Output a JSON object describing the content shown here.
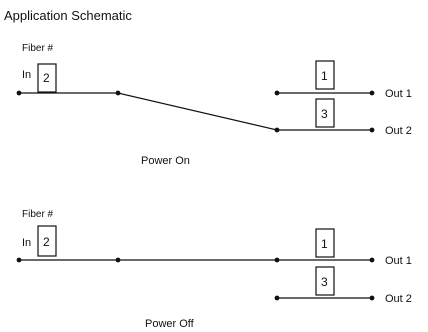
{
  "title": "Application Schematic",
  "power_on": {
    "fiber_label": "Fiber #",
    "in_label": "In",
    "in_fiber": "2",
    "out1_fiber": "1",
    "out2_fiber": "3",
    "out1_label": "Out 1",
    "out2_label": "Out 2",
    "caption": "Power On"
  },
  "power_off": {
    "fiber_label": "Fiber #",
    "in_label": "In",
    "in_fiber": "2",
    "out1_fiber": "1",
    "out2_fiber": "3",
    "out1_label": "Out 1",
    "out2_label": "Out 2",
    "caption": "Power Off"
  }
}
